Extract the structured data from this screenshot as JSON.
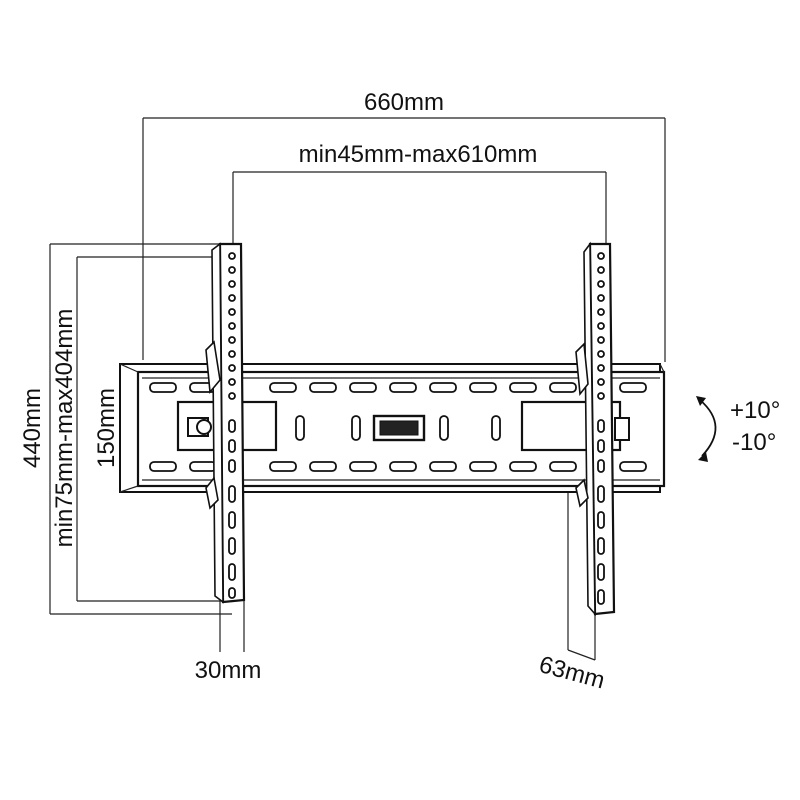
{
  "diagram": {
    "dim_total_width": "660mm",
    "dim_arm_spacing": "min45mm-max610mm",
    "dim_total_height": "440mm",
    "dim_arm_hole_range": "min75mm-max404mm",
    "dim_plate_height": "150mm",
    "dim_arm_width": "30mm",
    "dim_depth": "63mm",
    "tilt_up": "+10°",
    "tilt_down": "-10°"
  }
}
